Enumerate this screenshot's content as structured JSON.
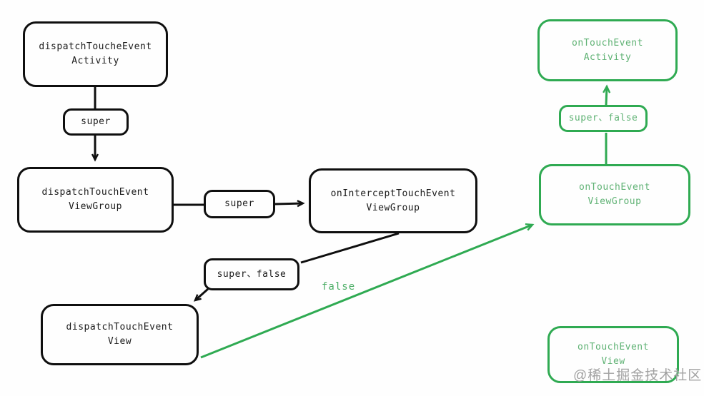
{
  "diagram": {
    "title_semantics": "Android touch event dispatch flow",
    "colors": {
      "black_stroke": "#0f0f0f",
      "green_stroke": "#2faa52",
      "green_text": "#5fb274",
      "watermark_gray": "#a2a2a2",
      "background": "#fefefe"
    },
    "nodes": {
      "dispatch_activity": {
        "line1": "dispatchToucheEvent",
        "line2": "Activity"
      },
      "super_1": {
        "label": "super"
      },
      "dispatch_viewgroup": {
        "line1": "dispatchTouchEvent",
        "line2": "ViewGroup"
      },
      "super_2": {
        "label": "super"
      },
      "onintercept_viewgroup": {
        "line1": "onInterceptTouchEvent",
        "line2": "ViewGroup"
      },
      "super_false_black": {
        "label": "super、false"
      },
      "dispatch_view": {
        "line1": "dispatchTouchEvent",
        "line2": "View"
      },
      "ontouch_activity": {
        "line1": "onTouchEvent",
        "line2": "Activity"
      },
      "super_false_green": {
        "label": "super、false"
      },
      "ontouch_viewgroup": {
        "line1": "onTouchEvent",
        "line2": "ViewGroup"
      },
      "ontouch_view": {
        "line1": "onTouchEvent",
        "line2": "View"
      }
    },
    "edge_labels": {
      "false_label": "false"
    },
    "watermark": "@稀土掘金技术社区"
  }
}
